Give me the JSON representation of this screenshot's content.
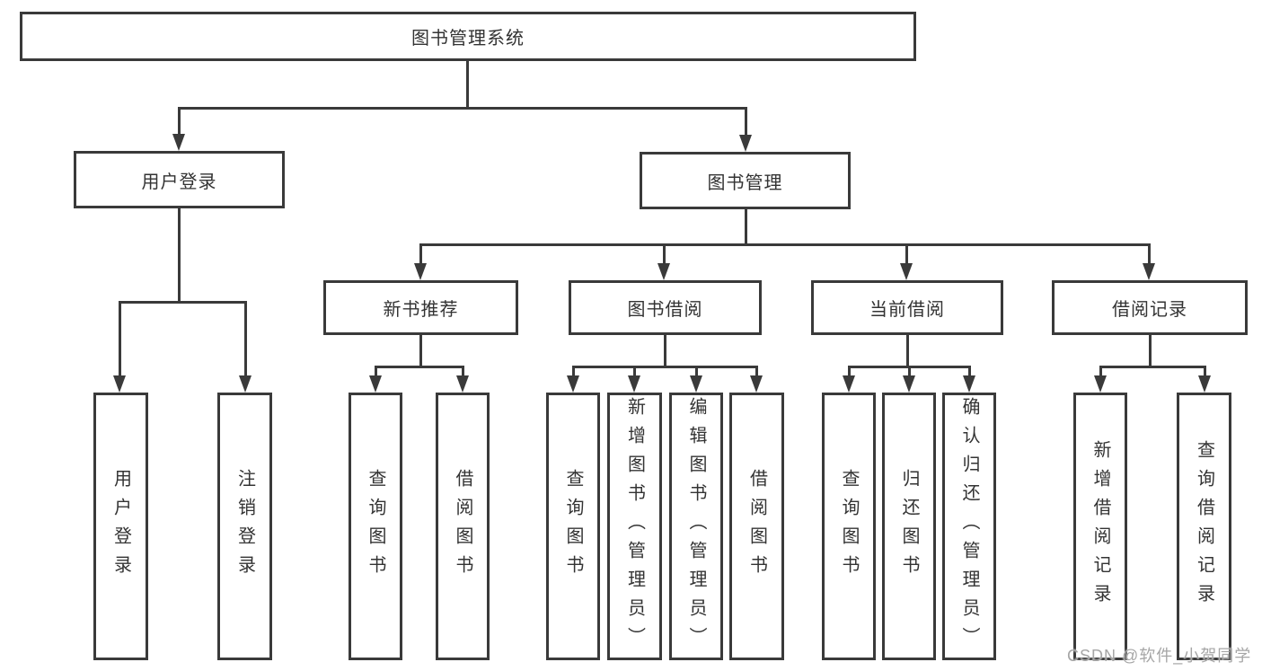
{
  "diagram": {
    "title": "图书管理系统",
    "root": "图书管理系统",
    "level2": {
      "user_login": "用户登录",
      "book_mgmt": "图书管理"
    },
    "level3": {
      "new_books": "新书推荐",
      "borrowing": "图书借阅",
      "current": "当前借阅",
      "records": "借阅记录"
    },
    "leaves": {
      "user_login": [
        "用户登录",
        "注销登录"
      ],
      "new_books": [
        "查询图书",
        "借阅图书"
      ],
      "borrowing": [
        "查询图书",
        "新增图书（管理员）",
        "编辑图书（管理员）",
        "借阅图书"
      ],
      "current": [
        "查询图书",
        "归还图书",
        "确认归还（管理员）"
      ],
      "records": [
        "新增借阅记录",
        "查询借阅记录"
      ]
    },
    "colors": {
      "line": "#3a3a3a",
      "text": "#333333",
      "box_bg": "#ffffff",
      "background": "#ffffff"
    }
  },
  "watermark": {
    "text": "CSDN @软件_小贺同学",
    "color": "#a6a6a6"
  }
}
